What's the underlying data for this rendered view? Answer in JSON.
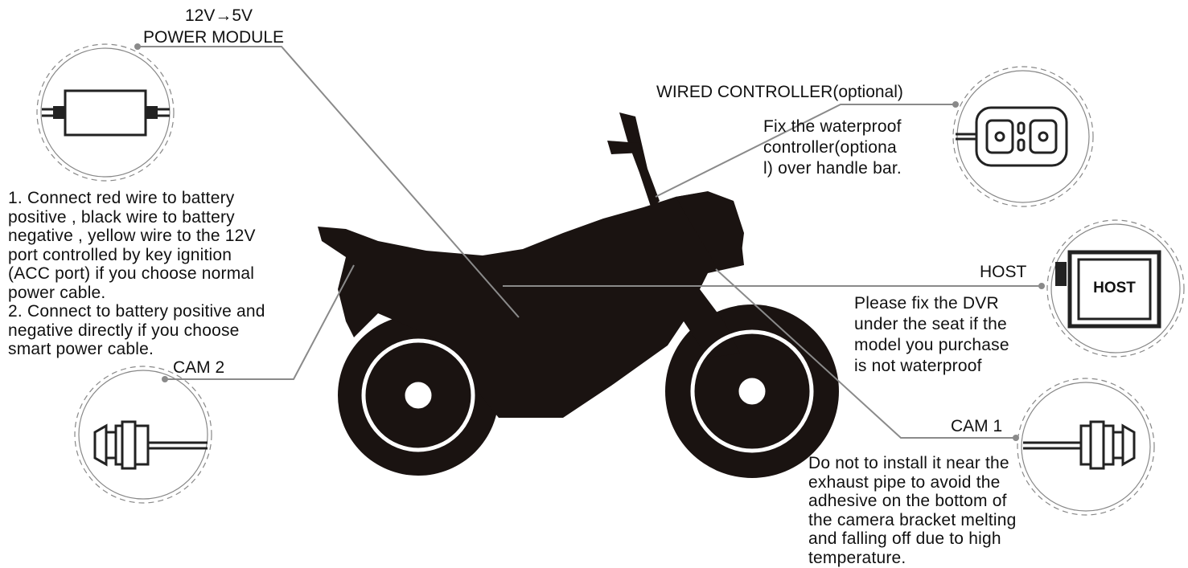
{
  "power_module": {
    "label_line1": "12V→5V",
    "label_line2": "POWER MODULE",
    "instructions": [
      "1. Connect red wire to battery",
      "positive , black wire to battery",
      "negative , yellow wire to the 12V",
      "port controlled by key ignition",
      "(ACC port) if you choose normal",
      "power cable.",
      "2. Connect to battery positive and",
      "negative directly if you choose",
      "smart power cable."
    ]
  },
  "wired_controller": {
    "label": "WIRED CONTROLLER(optional)",
    "instructions": [
      "Fix the waterproof",
      "controller(optiona",
      "l) over handle bar."
    ]
  },
  "host": {
    "label": "HOST",
    "device_text": "HOST",
    "instructions": [
      "Please fix the DVR",
      "under the seat if the",
      "model you purchase",
      "is not waterproof"
    ]
  },
  "cam2": {
    "label": "CAM 2"
  },
  "cam1": {
    "label": "CAM 1",
    "instructions": [
      "Do not to install it near the",
      "exhaust pipe to avoid the",
      "adhesive on the bottom of",
      "the camera bracket melting",
      "and falling off due to high",
      "temperature."
    ]
  },
  "colors": {
    "leader_line": "#8a8a8a",
    "silhouette": "#1a1311"
  }
}
